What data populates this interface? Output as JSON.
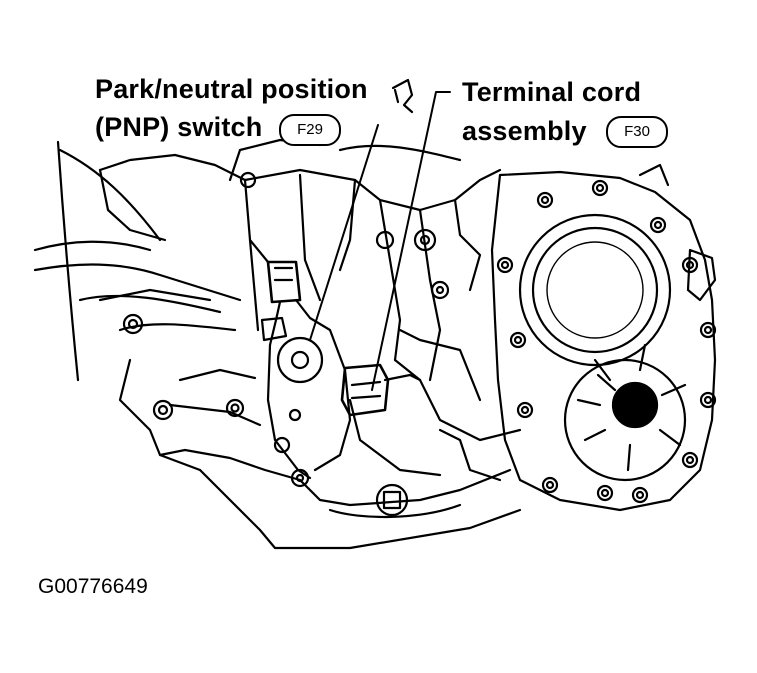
{
  "callouts": {
    "pnp_line1": "Park/neutral position",
    "pnp_line2": "(PNP) switch",
    "pnp_connector": "F29",
    "terminal_line1": "Terminal cord",
    "terminal_line2": "assembly",
    "terminal_connector": "F30"
  },
  "figure_id": "G00776649"
}
